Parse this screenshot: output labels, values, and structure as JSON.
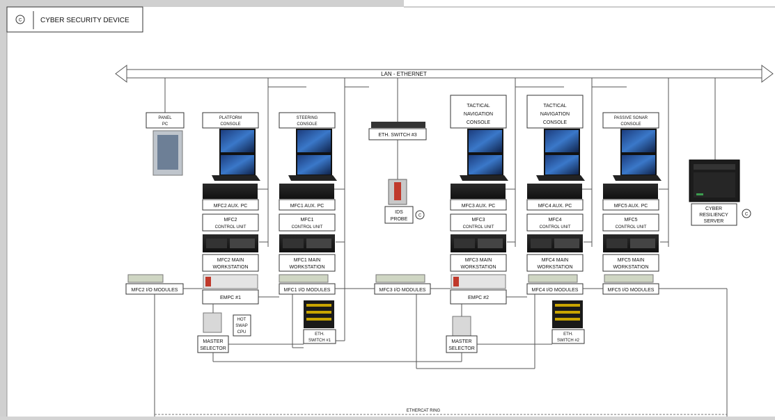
{
  "legend": {
    "symbol": "C",
    "title": "CYBER SECURITY DEVICE"
  },
  "lan_label": "LAN - ETHERNET",
  "ring_label": "ETHERCAT RING",
  "panel_pc": [
    "PANEL",
    "PC"
  ],
  "eth_switch3": "ETH. SWITCH #3",
  "ids_probe": [
    "IDS",
    "PROBE"
  ],
  "cyber_server": [
    "CYBER",
    "RESILIENCY",
    "SERVER"
  ],
  "consoles": {
    "platform": [
      "PLATFORM",
      "CONSOLE"
    ],
    "steering": [
      "STEERING",
      "CONSOLE"
    ],
    "tactical1": [
      "TACTICAL",
      "NAVIGATION",
      "CONSOLE"
    ],
    "tactical2": [
      "TACTICAL",
      "NAVIGATION",
      "CONSOLE"
    ],
    "sonar": [
      "PASSIVE SONAR",
      "CONSOLE"
    ]
  },
  "aux_pcs": {
    "mfc2": "MFC2 AUX. PC",
    "mfc1": "MFC1 AUX. PC",
    "mfc3": "MFC3 AUX. PC",
    "mfc4": "MFC4 AUX. PC",
    "mfc5": "MFC5 AUX. PC"
  },
  "control_units": {
    "mfc2": [
      "MFC2",
      "CONTROL UNIT"
    ],
    "mfc1": [
      "MFC1",
      "CONTROL UNIT"
    ],
    "mfc3": [
      "MFC3",
      "CONTROL UNIT"
    ],
    "mfc4": [
      "MFC4",
      "CONTROL UNIT"
    ],
    "mfc5": [
      "MFC5",
      "CONTROL UNIT"
    ]
  },
  "workstations": {
    "mfc2": [
      "MFC2 MAIN",
      "WORKSTATION"
    ],
    "mfc1": [
      "MFC1 MAIN",
      "WORKSTATION"
    ],
    "mfc3": [
      "MFC3 MAIN",
      "WORKSTATION"
    ],
    "mfc4": [
      "MFC4 MAIN",
      "WORKSTATION"
    ],
    "mfc5": [
      "MFC5 MAIN",
      "WORKSTATION"
    ]
  },
  "io_modules": {
    "mfc2": "MFC2 I/O MODULES",
    "mfc1": "MFC1 I/O MODULES",
    "mfc3": "MFC3 I/O MODULES",
    "mfc4": "MFC4 I/O MODULES",
    "mfc5": "MFC5 I/O MODULES"
  },
  "empc1": "EMPC #1",
  "empc2": "EMPC #2",
  "hot_swap_cpu": [
    "HOT",
    "SWAP",
    "CPU"
  ],
  "master_selector1": [
    "MASTER",
    "SELECTOR"
  ],
  "master_selector2": [
    "MASTER",
    "SELECTOR"
  ],
  "eth_switch1": [
    "ETH.",
    "SWITCH #1"
  ],
  "eth_switch2": [
    "ETH.",
    "SWITCH #2"
  ],
  "cyber_marker": "C"
}
